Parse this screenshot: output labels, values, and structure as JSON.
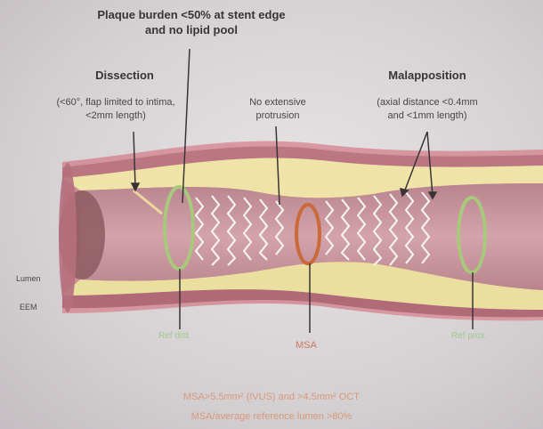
{
  "labels": {
    "plaque_burden": [
      "Plaque burden <50% at stent edge",
      "and no lipid pool"
    ],
    "dissection_title": "Dissection",
    "dissection_detail": [
      "(<60°, flap limited to intima,",
      "<2mm length)"
    ],
    "no_protrusion": [
      "No extensive",
      "protrusion"
    ],
    "malapposition_title": "Malapposition",
    "malapposition_detail": [
      "(axial distance <0.4mm",
      "and <1mm length)"
    ],
    "lumen": "Lumen",
    "eem": "EEM",
    "ref_dist": "Ref dist.",
    "msa": "MSA",
    "ref_prox": "Ref prox."
  },
  "footer": {
    "line1": "MSA>5.5mm² (IVUS) and >4.5mm² OCT",
    "line2": "MSA/average reference lumen >80%"
  },
  "colors": {
    "vessel_outer": "#c9848f",
    "vessel_media": "#b06b78",
    "plaque": "#efe3a8",
    "lumen": "#c78f98",
    "stent": "#f4f0ee",
    "ref_ring": "#a8c87c",
    "msa_ring": "#c86a3a",
    "text": "#3a3436"
  }
}
